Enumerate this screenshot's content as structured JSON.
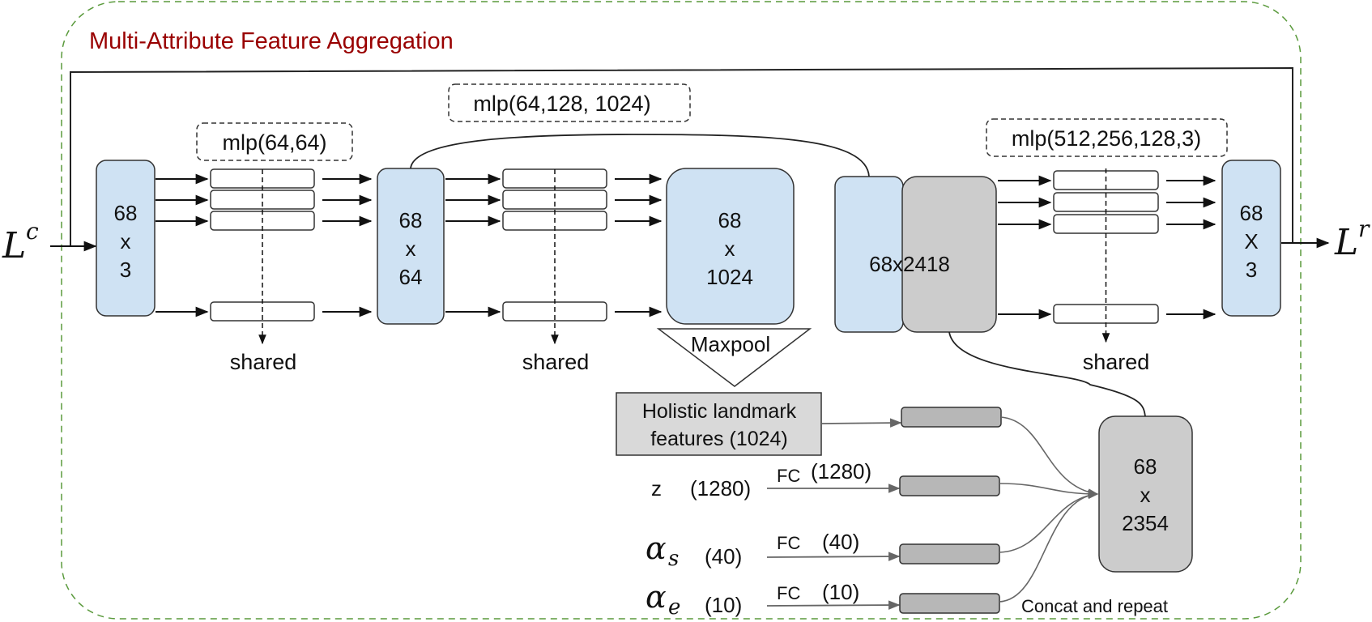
{
  "title": "Multi-Attribute Feature Aggregation",
  "colors": {
    "title": "#990000",
    "border": "#5a9a3c",
    "blue_block": "#cfe2f3",
    "gray_block": "#cccccc",
    "fc_block": "#b7b7b7",
    "holistic_block": "#d9d9d9"
  },
  "input_label": "L",
  "input_sup": "c",
  "output_label": "L",
  "output_sup": "r",
  "mlp_labels": {
    "mlp1": "mlp(64,64)",
    "mlp2": "mlp(64,128, 1024)",
    "mlp3": "mlp(512,256,128,3)"
  },
  "blocks": {
    "input": [
      "68",
      "x",
      "3"
    ],
    "feat64": [
      "68",
      "x",
      "64"
    ],
    "feat1024": [
      "68",
      "x",
      "1024"
    ],
    "concat": "68x2418",
    "output": [
      "68",
      "X",
      "3"
    ],
    "repeat": [
      "68",
      "x",
      "2354"
    ]
  },
  "shared_label": "shared",
  "maxpool_label": "Maxpool",
  "holistic": [
    "Holistic landmark",
    "features (1024)"
  ],
  "attributes": [
    {
      "symbol": "z",
      "sub": "",
      "dim": "(1280)",
      "fc": "FC",
      "fc_dim": "(1280)"
    },
    {
      "symbol": "α",
      "sub": "s",
      "dim": "(40)",
      "fc": "FC",
      "fc_dim": "(40)"
    },
    {
      "symbol": "α",
      "sub": "e",
      "dim": "(10)",
      "fc": "FC",
      "fc_dim": "(10)"
    }
  ],
  "concat_repeat_label": "Concat and repeat"
}
